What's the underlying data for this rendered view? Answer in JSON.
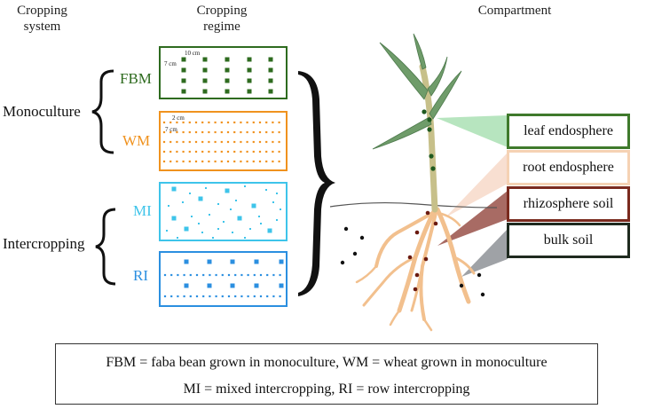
{
  "headers": {
    "cropping_system": "Cropping system",
    "cropping_regime": "Cropping regime",
    "compartment": "Compartment"
  },
  "systems": {
    "monoculture": "Monoculture",
    "intercropping": "Intercropping"
  },
  "regimes": [
    {
      "code": "FBM",
      "color": "#2e6b1f",
      "note_h": "10 cm",
      "note_v": "7 cm"
    },
    {
      "code": "WM",
      "color": "#f0921e",
      "note_h": "2 cm",
      "note_v": "7 cm"
    },
    {
      "code": "MI",
      "color": "#3ec4ea"
    },
    {
      "code": "RI",
      "color": "#2b8fe0"
    }
  ],
  "compartments": [
    {
      "label": "leaf endosphere",
      "border": "#3f7a2c",
      "wedge": "#9fdcaa"
    },
    {
      "label": "root endosphere",
      "border": "#f5d2b4",
      "wedge": "#f7dccc"
    },
    {
      "label": "rhizosphere soil",
      "border": "#7a2a1e",
      "wedge": "#8b3a30"
    },
    {
      "label": "bulk soil",
      "border": "#1f2a1f",
      "wedge": "#8e9296"
    }
  ],
  "legend": {
    "line1": "FBM = faba bean grown in monoculture, WM = wheat grown in monoculture",
    "line2": "MI = mixed intercropping, RI = row intercropping"
  }
}
